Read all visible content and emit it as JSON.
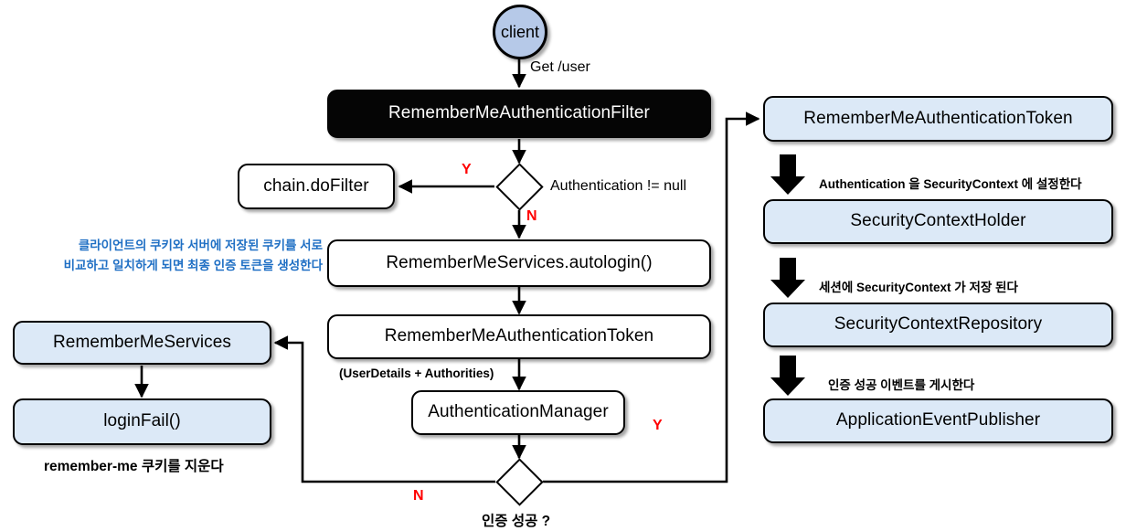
{
  "diagram": {
    "title": "Spring Security RememberMeAuthenticationFilter flow",
    "colors": {
      "node_blue": "#dce9f7",
      "node_dark": "#050505",
      "circle_blue": "#b6c9e8",
      "decision_red": "#ff0000",
      "note_blue": "#1f6fc4",
      "stroke": "#000000"
    }
  },
  "nodes": {
    "client": "client",
    "remember_me_filter": "RememberMeAuthenticationFilter",
    "chain_do_filter": "chain.doFilter",
    "remember_me_services_autologin": "RememberMeServices.autologin()",
    "remember_me_auth_token_center": "RememberMeAuthenticationToken",
    "authentication_manager": "AuthenticationManager",
    "remember_me_services": "RememberMeServices",
    "login_fail": "loginFail()",
    "remember_me_auth_token_right": "RememberMeAuthenticationToken",
    "security_context_holder": "SecurityContextHolder",
    "security_context_repository": "SecurityContextRepository",
    "application_event_publisher": "ApplicationEventPublisher"
  },
  "decisions": {
    "authentication_not_null": "Authentication != null",
    "auth_success": "인증 성공 ?"
  },
  "edge_labels": {
    "get_user": "Get /user",
    "yes_top": "Y",
    "no_top": "N",
    "user_details_authorities": "(UserDetails + Authorities)",
    "yes_bottom": "Y",
    "no_bottom": "N"
  },
  "annotations": {
    "cookie_compare_line1": "클라이언트의 쿠키와 서버에 저장된 쿠키를 서로",
    "cookie_compare_line2": "비교하고 일치하게 되면 최종 인증 토큰을 생성한다",
    "remove_remember_me_cookie": "remember-me 쿠키를 지운다",
    "set_authentication_to_context": "Authentication 을 SecurityContext 에 설정한다",
    "save_context_to_session": "세션에 SecurityContext 가 저장 된다",
    "publish_success_event": "인증 성공 이벤트를 게시한다"
  }
}
